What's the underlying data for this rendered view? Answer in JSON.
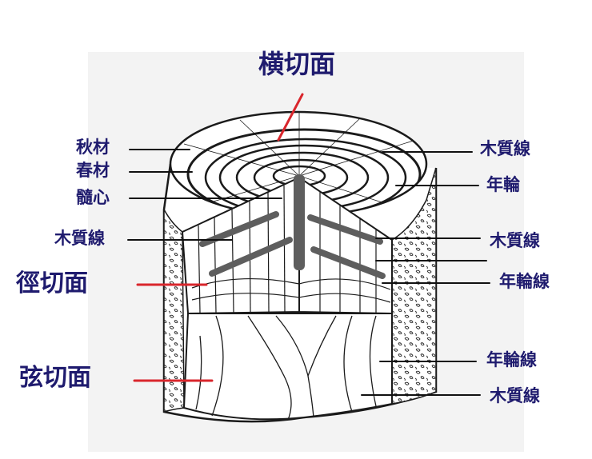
{
  "labels": {
    "title": "横切面",
    "left_autumn_wood": "秋材",
    "left_spring_wood": "春材",
    "left_pith": "髓心",
    "left_ray": "木質線",
    "radial_section": "徑切面",
    "tangential_section": "弦切面",
    "right_ray_top": "木質線",
    "right_ring_top": "年輪",
    "right_ray_mid": "木質線",
    "right_ringline_mid": "年輪線",
    "right_ringline_bottom": "年輪線",
    "right_ray_bottom": "木質線"
  },
  "colors": {
    "label_text": "#1f1b6e",
    "pointer_red": "#d9262c",
    "leader_line": "#111111",
    "ray_bars": "#5e5e5e",
    "wood_outline": "#1a1a1a",
    "background_panel": "#f3f3f3"
  }
}
